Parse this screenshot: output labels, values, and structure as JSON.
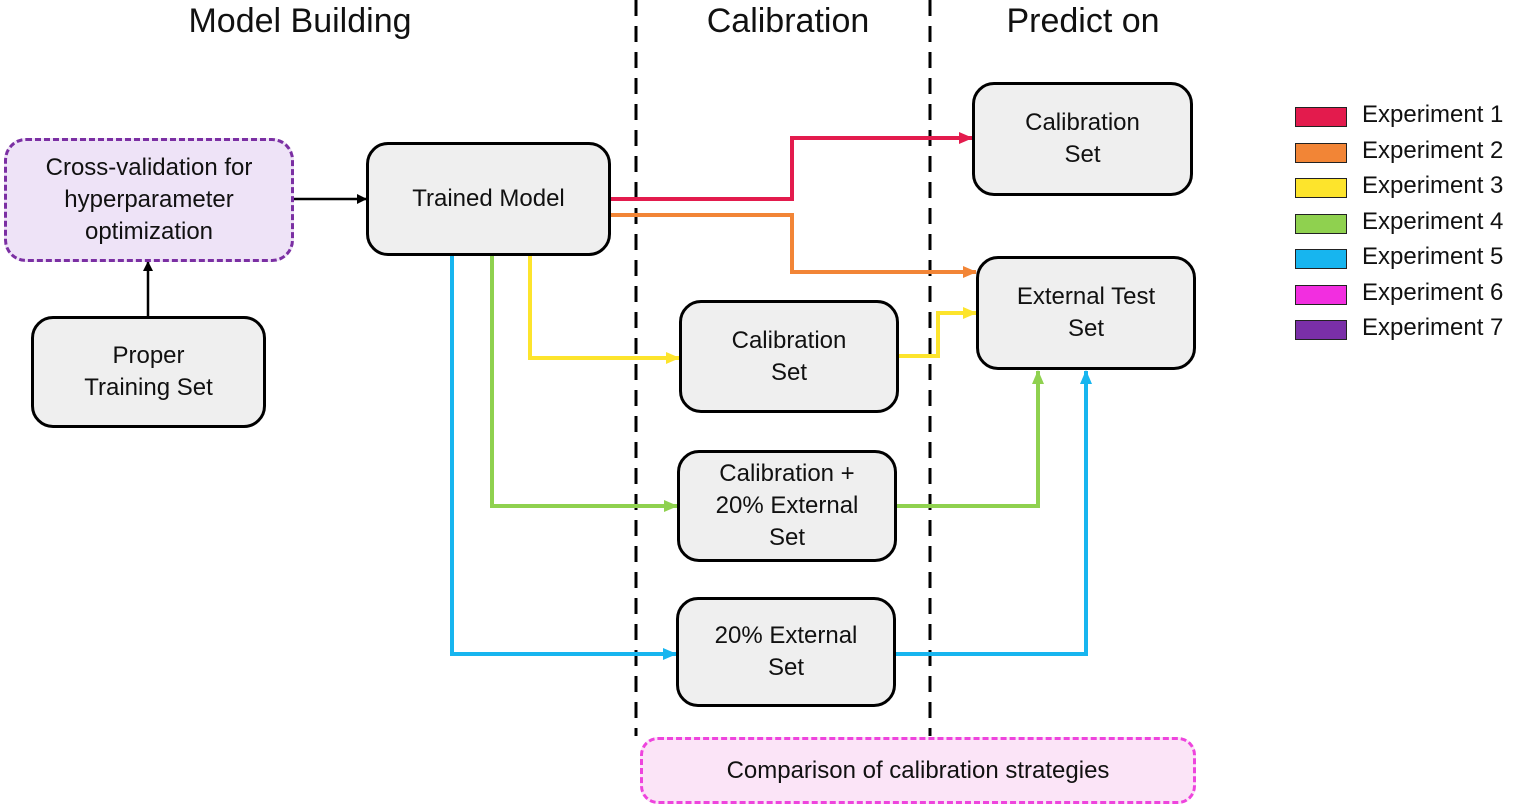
{
  "headers": {
    "model_building": "Model Building",
    "calibration": "Calibration",
    "predict_on": "Predict on"
  },
  "nodes": {
    "cross_validation": [
      "Cross-validation for",
      "hyperparameter",
      "optimization"
    ],
    "proper_training": [
      "Proper",
      "Training Set"
    ],
    "trained_model": [
      "Trained Model"
    ],
    "calibration_set_mid": [
      "Calibration",
      "Set"
    ],
    "calibration_external": [
      "Calibration +",
      "20% External",
      "Set"
    ],
    "external_20": [
      "20% External",
      "Set"
    ],
    "calibration_set_predict": [
      "Calibration",
      "Set"
    ],
    "external_test": [
      "External Test",
      "Set"
    ],
    "comparison": [
      "Comparison of calibration strategies"
    ]
  },
  "legend": [
    {
      "label": "Experiment 1",
      "color": "#e31b4d"
    },
    {
      "label": "Experiment 2",
      "color": "#f28536"
    },
    {
      "label": "Experiment 3",
      "color": "#fde42c"
    },
    {
      "label": "Experiment 4",
      "color": "#8fd14f"
    },
    {
      "label": "Experiment 5",
      "color": "#17b5ef"
    },
    {
      "label": "Experiment 6",
      "color": "#f22ee0"
    },
    {
      "label": "Experiment 7",
      "color": "#7a2fa8"
    }
  ],
  "colors": {
    "exp1": "#e31b4d",
    "exp2": "#f28536",
    "exp3": "#fde42c",
    "exp4": "#8fd14f",
    "exp5": "#17b5ef",
    "black": "#000000"
  }
}
